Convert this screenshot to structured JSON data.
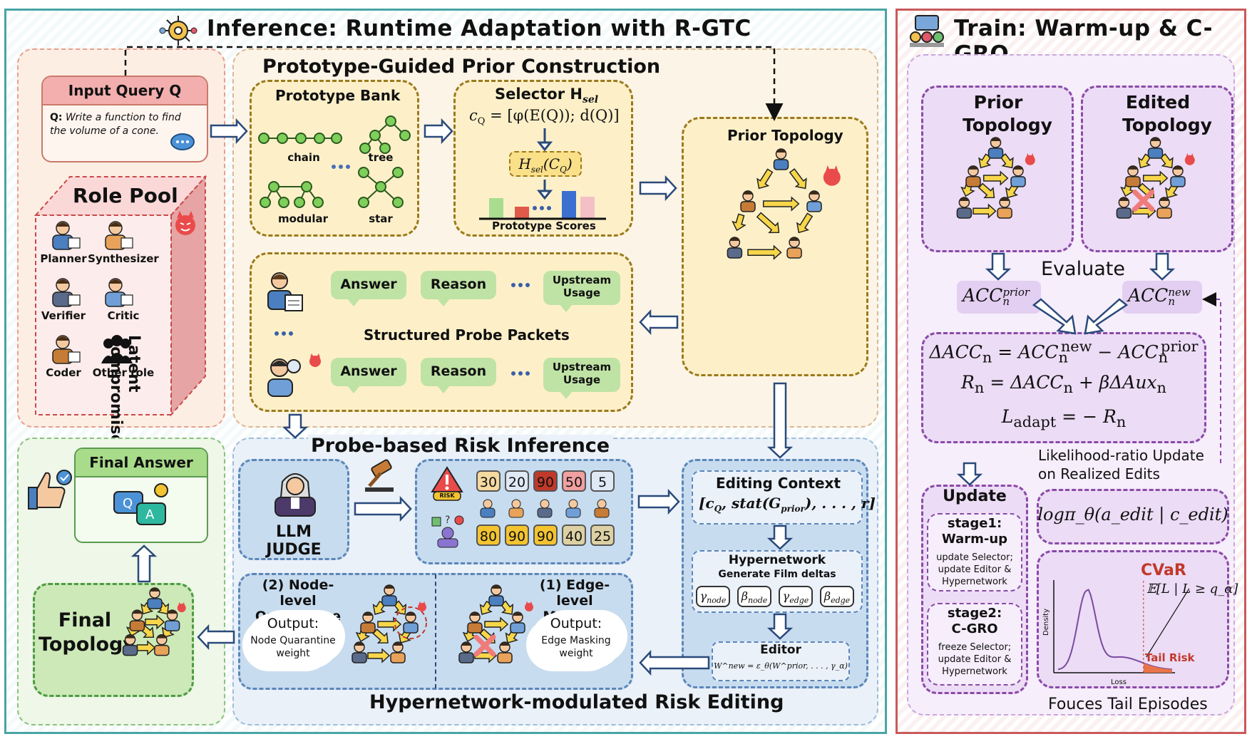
{
  "inference": {
    "title": "Inference: Runtime Adaptation with R-GTC",
    "input": {
      "title": "Input Query Q",
      "prefix": "Q:",
      "text": "Write a function to find the volume of a cone."
    },
    "role_pool": {
      "title": "Role Pool",
      "side_label": "Latent Compromised",
      "roles": [
        "Planner",
        "Synthesizer",
        "Verifier",
        "Critic",
        "Coder",
        "Other role"
      ]
    },
    "prior_construction": {
      "title": "Prototype-Guided Prior Construction",
      "prototype_bank": {
        "title": "Prototype Bank",
        "items": [
          "chain",
          "tree",
          "modular",
          "star"
        ]
      },
      "selector": {
        "title": "Selector H",
        "title_sub": "sel",
        "formula": "c",
        "formula_sub": "Q",
        "formula_rest": " = [φ(E(Q)); d(Q)]",
        "box": "H",
        "box_sub": "sel",
        "box_arg": "(C",
        "box_arg_sub": "Q",
        "box_end": ")",
        "scores_label": "Prototype Scores"
      },
      "prior_topology_title": "Prior Topology",
      "probe": {
        "title": "Structured Probe Packets",
        "row1": [
          "Answer",
          "Reason",
          "Upstream Usage"
        ],
        "row2": [
          "Answer",
          "Reason",
          "Upstream Usage"
        ]
      }
    },
    "risk_inference": {
      "title": "Probe-based Risk Inference",
      "judge": "LLM JUDGE",
      "risk_badge": "RISK",
      "row1_scores": [
        "30",
        "20",
        "90",
        "50",
        "5"
      ],
      "row2_scores": [
        "80",
        "90",
        "90",
        "40",
        "25"
      ]
    },
    "editing": {
      "title": "Hypernetwork-modulated Risk Editing",
      "context": {
        "title": "Editing Context",
        "formula": "[c",
        "formula_sub": "Q",
        "formula_rest": ", stat(G",
        "formula_sub2": "prior",
        "formula_end": "), . . . , r]"
      },
      "hypernetwork": {
        "title": "Hypernetwork",
        "subtitle": "Generate Film deltas",
        "params": [
          [
            "γ",
            "node"
          ],
          [
            "β",
            "node"
          ],
          [
            "γ",
            "edge"
          ],
          [
            "β",
            "edge"
          ]
        ]
      },
      "editor": {
        "title": "Editor",
        "formula": "W^new = ε_θ(W^prior, . . . , γ_α)"
      },
      "node_quarantine": {
        "title": "(2) Node-level Quarantine",
        "output_title": "Output:",
        "output_text": "Node Quarantine weight"
      },
      "edge_masking": {
        "title": "(1) Edge-level Masking",
        "output_title": "Output:",
        "output_text": "Edge Masking weight"
      }
    },
    "final_answer": {
      "title": "Final Answer"
    },
    "final_topology": {
      "title": "Final Topology"
    }
  },
  "train": {
    "title": "Train: Warm-up & C-GRO",
    "prior_topology": "Prior Topology",
    "edited_topology": "Edited Topology",
    "evaluate": "Evaluate",
    "acc_prior": {
      "base": "ACC",
      "sub": "n",
      "sup": "prior"
    },
    "acc_new": {
      "base": "ACC",
      "sub": "n",
      "sup": "new"
    },
    "equations": [
      "ΔACC_n = ACC_n^new − ACC_n^prior",
      "R_n = ΔACC_n + βΔAux_n",
      "L_adapt = − R_n"
    ],
    "lr_update": "Likelihood-ratio Update on Realized Edits",
    "update": {
      "title": "Update",
      "stage1_title": "stage1: Warm-up",
      "stage1_text": "update Selector; update Editor & Hypernetwork",
      "stage2_title": "stage2: C-GRO",
      "stage2_text": "freeze Selector; update Editor & Hypernetwork"
    },
    "policy": "logπ_θ(a_edit | c_edit)",
    "cvar": {
      "title": "CVaR",
      "formula": "𝔼[L | L ≥ q_α]",
      "tail_label": "Tail Risk",
      "xlabel": "Loss",
      "ylabel": "Density"
    },
    "footer": "Fouces Tail Episodes"
  },
  "colors": {
    "teal_border": "#4aa5a5",
    "red_border": "#c95a5a",
    "gold": "#9a7a1d",
    "purple": "#8a4aa8",
    "blue": "#5b86b8",
    "green": "#4c9b43",
    "bubble": "#bfe3a5",
    "score_red": "#c0392b",
    "score_yellow": "#f4c430"
  }
}
